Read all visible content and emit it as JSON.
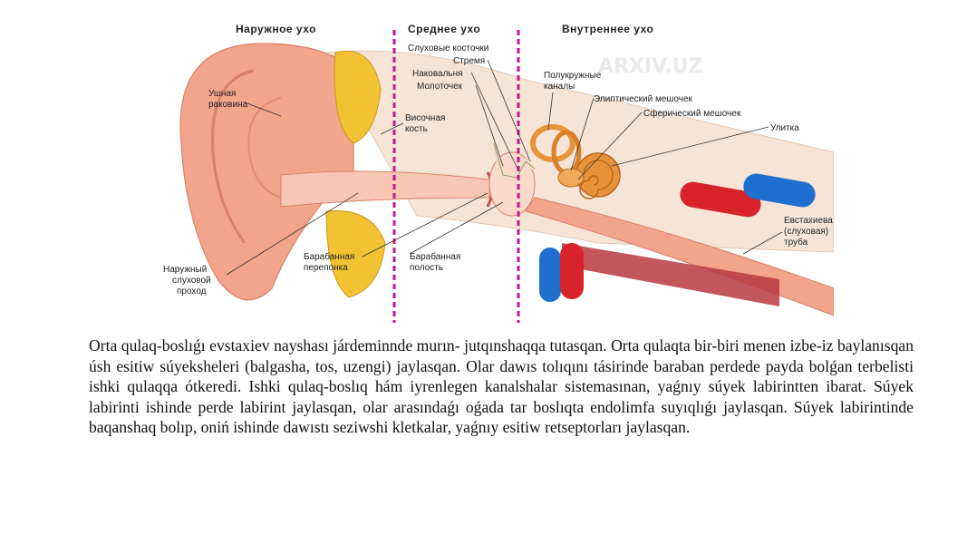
{
  "diagram": {
    "headers": {
      "outer": "Наружное ухо",
      "middle": "Среднее ухо",
      "inner": "Внутреннее ухо"
    },
    "labels": {
      "auricle_1": "Ушная",
      "auricle_2": "раковина",
      "ossicles": "Слуховые косточки",
      "stirrup": "Стремя",
      "anvil": "Наковальня",
      "hammer": "Молоточек",
      "temporal_1": "Височная",
      "temporal_2": "кость",
      "semicircular_1": "Полукружные",
      "semicircular_2": "каналы",
      "utricle": "Элиптический мешочек",
      "saccule": "Сферический мешочек",
      "cochlea": "Улитка",
      "canal_1": "Наружный",
      "canal_2": "слуховой",
      "canal_3": "проход",
      "eardrum_1": "Барабанная",
      "eardrum_2": "перепонка",
      "cavity_1": "Барабанная",
      "cavity_2": "полость",
      "eustachian_1": "Евстахиева",
      "eustachian_2": "(слуховая)",
      "eustachian_3": "труба"
    },
    "watermark": "ARXIV.UZ"
  },
  "colors": {
    "divider": "#c2188b",
    "skin": "#f2a48c",
    "bone": "#f6e4d6",
    "cochlea": "#e8933a",
    "artery": "#d8232a",
    "vein": "#1f6fd0",
    "muscle": "#b8383f",
    "fat": "#f1c232"
  },
  "text": {
    "paragraph": "Orta qulaq-boslıǵı evstaxiev nayshası járdeminnde murın- jutqınshaqqa tutasqan. Orta qulaqta bir-biri menen izbe-iz baylanısqan úsh esitiw súyeksheleri (balgasha, tos, uzengi) jaylasqan. Olar dawıs tolıqını tásirinde baraban perdede payda bolǵan terbelisti ishki qulaqqa ótkeredi. Ishki qulaq-boslıq hám iyrenlegen kanalshalar sistemasınan, yaǵnıy súyek labirintten ibarat. Súyek labirinti ishinde perde labirint jaylasqan, olar arasındaǵı oǵada tar boslıqta endolimfa suyıqlıǵı jaylasqan. Súyek labirintinde baqanshaq bolıp, oniń ishinde dawıstı seziwshi kletkalar, yaǵnıy esitiw retseptorları jaylasqan."
  }
}
